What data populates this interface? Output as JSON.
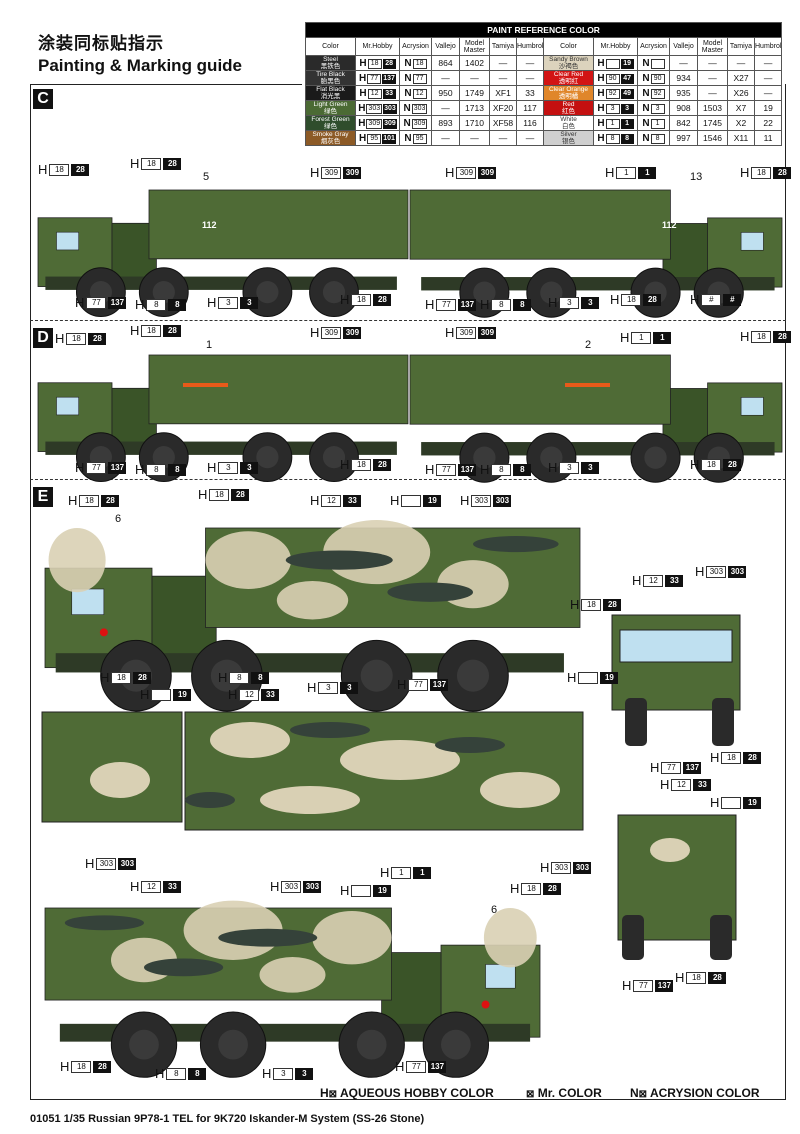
{
  "header": {
    "title_cn": "涂装同标贴指示",
    "title_en": "Painting & Marking guide"
  },
  "paint_table": {
    "title": "PAINT  REFERENCE COLOR",
    "columns": [
      "Color",
      "Mr.Hobby",
      "Acrysion",
      "Vallejo",
      "Model Master",
      "Tamiya",
      "Humbrol"
    ],
    "left": [
      {
        "name": "Steel",
        "cn": "黑铁色",
        "swatch": "#2a2a2a",
        "h": [
          "18",
          "28"
        ],
        "n": "18",
        "vallejo": "864",
        "mm": "1402",
        "tamiya": "—",
        "humbrol": "—"
      },
      {
        "name": "Tire Black",
        "cn": "胎黑色",
        "swatch": "#333333",
        "h": [
          "77",
          "137"
        ],
        "n": "77",
        "vallejo": "—",
        "mm": "—",
        "tamiya": "—",
        "humbrol": "—"
      },
      {
        "name": "Flat Black",
        "cn": "消光黑",
        "swatch": "#1a1a1a",
        "h": [
          "12",
          "33"
        ],
        "n": "12",
        "vallejo": "950",
        "mm": "1749",
        "tamiya": "XF1",
        "humbrol": "33"
      },
      {
        "name": "Light Green",
        "cn": "绿色",
        "swatch": "#4b6a34",
        "h": [
          "303",
          "303"
        ],
        "n": "303",
        "vallejo": "—",
        "mm": "1713",
        "tamiya": "XF20",
        "humbrol": "117"
      },
      {
        "name": "Forest Green",
        "cn": "绿色",
        "swatch": "#2f4d2c",
        "h": [
          "309",
          "309"
        ],
        "n": "309",
        "vallejo": "893",
        "mm": "1710",
        "tamiya": "XF58",
        "humbrol": "116"
      },
      {
        "name": "Smoke Gray",
        "cn": "烟灰色",
        "swatch": "#8c5a26",
        "h": [
          "95",
          "101"
        ],
        "n": "95",
        "vallejo": "—",
        "mm": "—",
        "tamiya": "—",
        "humbrol": "—"
      }
    ],
    "right": [
      {
        "name": "Sandy Brown",
        "cn": "沙褐色",
        "swatch": "#dcd3bd",
        "dark": true,
        "h": [
          "",
          "19"
        ],
        "n": "",
        "vallejo": "—",
        "mm": "—",
        "tamiya": "—",
        "humbrol": "—"
      },
      {
        "name": "Clear Red",
        "cn": "透明红",
        "swatch": "#d21414",
        "h": [
          "90",
          "47"
        ],
        "n": "90",
        "vallejo": "934",
        "mm": "—",
        "tamiya": "X27",
        "humbrol": "—"
      },
      {
        "name": "Clear Orange",
        "cn": "透明橘",
        "swatch": "#e0862a",
        "h": [
          "92",
          "49"
        ],
        "n": "92",
        "vallejo": "935",
        "mm": "—",
        "tamiya": "X26",
        "humbrol": "—"
      },
      {
        "name": "Red",
        "cn": "红色",
        "swatch": "#c41010",
        "h": [
          "3",
          "3"
        ],
        "n": "3",
        "vallejo": "908",
        "mm": "1503",
        "tamiya": "X7",
        "humbrol": "19"
      },
      {
        "name": "White",
        "cn": "白色",
        "swatch": "#ffffff",
        "dark": true,
        "h": [
          "1",
          "1"
        ],
        "n": "1",
        "vallejo": "842",
        "mm": "1745",
        "tamiya": "X2",
        "humbrol": "22"
      },
      {
        "name": "Silver",
        "cn": "银色",
        "swatch": "#cfcfcf",
        "dark": true,
        "h": [
          "8",
          "8"
        ],
        "n": "8",
        "vallejo": "997",
        "mm": "1546",
        "tamiya": "X11",
        "humbrol": "11"
      }
    ]
  },
  "sections": {
    "c": {
      "letter": "C",
      "numbers": [
        "5",
        "13"
      ],
      "decal": "112",
      "callouts": [
        [
          "18",
          "28"
        ],
        [
          "18",
          "28"
        ],
        [
          "309",
          "309"
        ],
        [
          "77",
          "137"
        ],
        [
          "8",
          "8"
        ],
        [
          "3",
          "3"
        ],
        [
          "18",
          "28"
        ],
        [
          "309",
          "309"
        ],
        [
          "1",
          "1"
        ],
        [
          "18",
          "28"
        ],
        [
          "77",
          "137"
        ],
        [
          "8",
          "8"
        ],
        [
          "3",
          "3"
        ],
        [
          "18",
          "28"
        ],
        [
          "#",
          "#"
        ]
      ]
    },
    "d": {
      "letter": "D",
      "numbers": [
        "1",
        "2"
      ],
      "callouts": [
        [
          "18",
          "28"
        ],
        [
          "18",
          "28"
        ],
        [
          "309",
          "309"
        ],
        [
          "77",
          "137"
        ],
        [
          "8",
          "8"
        ],
        [
          "3",
          "3"
        ],
        [
          "18",
          "28"
        ],
        [
          "309",
          "309"
        ],
        [
          "1",
          "1"
        ],
        [
          "18",
          "28"
        ],
        [
          "77",
          "137"
        ],
        [
          "8",
          "8"
        ],
        [
          "3",
          "3"
        ],
        [
          "18",
          "28"
        ]
      ]
    },
    "e": {
      "letter": "E",
      "numbers": [
        "6",
        "6"
      ],
      "callouts": [
        [
          "18",
          "28"
        ],
        [
          "18",
          "28"
        ],
        [
          "12",
          "33"
        ],
        [
          "",
          "19"
        ],
        [
          "303",
          "303"
        ],
        [
          "18",
          "28"
        ],
        [
          "8",
          "8"
        ],
        [
          "3",
          "3"
        ],
        [
          "77",
          "137"
        ],
        [
          "12",
          "33"
        ],
        [
          "303",
          "303"
        ],
        [
          "18",
          "28"
        ],
        [
          "",
          "19"
        ],
        [
          "77",
          "137"
        ],
        [
          "18",
          "28"
        ],
        [
          "",
          "19"
        ],
        [
          "12",
          "33"
        ],
        [
          "303",
          "303"
        ],
        [
          "12",
          "33"
        ],
        [
          "",
          "19"
        ],
        [
          "303",
          "303"
        ],
        [
          "77",
          "137"
        ],
        [
          "18",
          "28"
        ],
        [
          "12",
          "33"
        ],
        [
          "303",
          "303"
        ],
        [
          "",
          "19"
        ],
        [
          "1",
          "1"
        ],
        [
          "18",
          "28"
        ],
        [
          "18",
          "28"
        ],
        [
          "8",
          "8"
        ],
        [
          "3",
          "3"
        ],
        [
          "77",
          "137"
        ]
      ]
    }
  },
  "legend": {
    "aqueous": "AQUEOUS HOBBY COLOR",
    "mr": "Mr. COLOR",
    "acrysion": "ACRYSION COLOR",
    "h": "H",
    "n": "N"
  },
  "footer": "01051  1/35  Russian 9P78-1 TEL for 9K720 Iskander-M System (SS-26 Stone)",
  "colors": {
    "green": "#4f6b36",
    "dark_green": "#3a5428",
    "sand": "#d9d0b4",
    "camo_dark": "#35423a",
    "tire": "#2a2a2a"
  }
}
